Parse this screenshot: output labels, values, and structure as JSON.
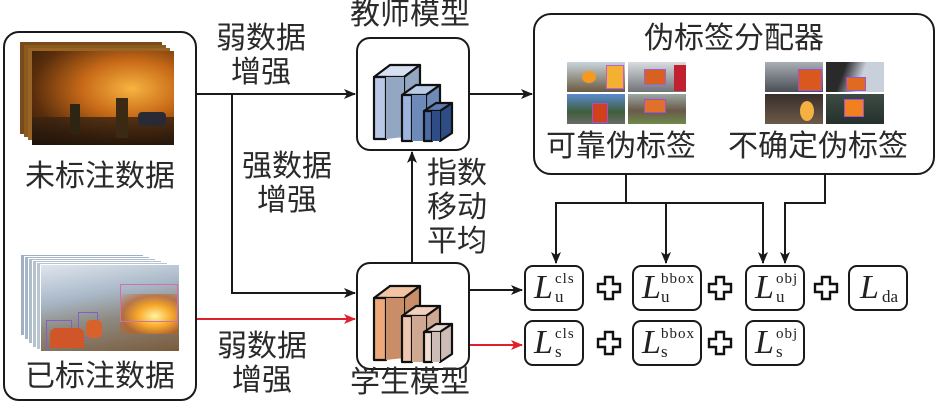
{
  "left_panel": {
    "unlabeled_label": "未标注数据",
    "labeled_label": "已标注数据"
  },
  "edges": {
    "weak_aug_top": [
      "弱数据",
      "增强"
    ],
    "strong_aug": [
      "强数据",
      "增强"
    ],
    "weak_aug_bottom": [
      "弱数据",
      "增强"
    ],
    "ema": [
      "指数",
      "移动",
      "平均"
    ]
  },
  "teacher": {
    "label": "教师模型",
    "colors": [
      "#b8c8e6",
      "#7f9cc8",
      "#2e4d86"
    ]
  },
  "student": {
    "label": "学生模型",
    "colors": [
      "#e9a47a",
      "#dcb7a4",
      "#d6c5bf"
    ]
  },
  "assigner": {
    "title": "伪标签分配器",
    "reliable_label": "可靠伪标签",
    "uncertain_label": "不确定伪标签"
  },
  "losses": {
    "unsup": [
      {
        "sup": "cls",
        "sub": "u"
      },
      {
        "sup": "bbox",
        "sub": "u"
      },
      {
        "sup": "obj",
        "sub": "u"
      },
      {
        "sup": "",
        "sub": "da"
      }
    ],
    "sup": [
      {
        "sup": "cls",
        "sub": "s"
      },
      {
        "sup": "bbox",
        "sub": "s"
      },
      {
        "sup": "obj",
        "sub": "s"
      }
    ],
    "symbol": "L"
  },
  "colors": {
    "line": "#1a1a1a",
    "supervised_line": "#e0202a"
  }
}
